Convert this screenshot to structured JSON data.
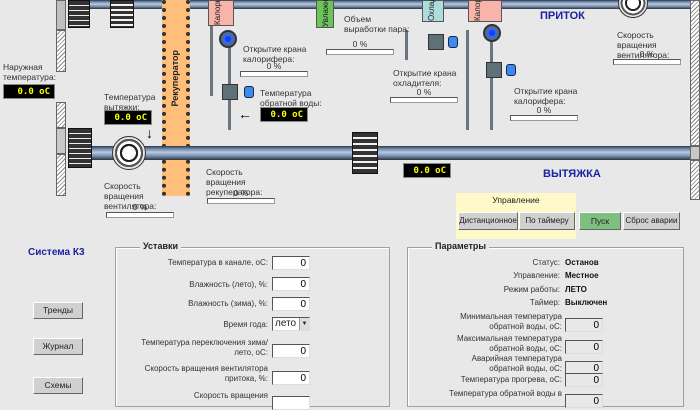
{
  "scheme": {
    "supply_label": "ПРИТОК",
    "exhaust_label": "ВЫТЯЖКА",
    "recuperator_label": "Рекуператор",
    "heater1_label": "Калорифер",
    "humidifier_label": "Увлажнитель",
    "cooler_label": "Охладитель",
    "heater2_label": "Калорифер",
    "outdoor_temp": {
      "label": "Наружная температура:",
      "value": "0.0 oC"
    },
    "exhaust_temp": {
      "label": "Температура вытяжки:",
      "value": "0.0 oC"
    },
    "return_water_temp": {
      "label": "Температура обратной воды:",
      "value": "0.0 oC"
    },
    "exhaust_duct_temp": {
      "value": "0.0 oC"
    },
    "heater1_valve": {
      "label": "Открытие крана калорифера:",
      "value": "0 %",
      "percent": 0
    },
    "steam_output": {
      "label": "Объем выработки пара:",
      "value": "0 %",
      "percent": 0
    },
    "cooler_valve": {
      "label": "Открытие крана охладителя:",
      "value": "0 %",
      "percent": 0
    },
    "heater2_valve": {
      "label": "Открытие крана калорифера:",
      "value": "0 %",
      "percent": 0
    },
    "supply_fan_speed": {
      "label": "Скорость вращения вентилятора:",
      "value": "0 %",
      "percent": 0
    },
    "exhaust_fan_speed": {
      "label": "Скорость вращения вентилятора:",
      "value": "0 %",
      "percent": 0
    },
    "recuperator_speed": {
      "label": "Скорость вращения рекуператора:",
      "value": "0 %",
      "percent": 0
    }
  },
  "control": {
    "title": "Управление",
    "remote_label": "Дистанционное",
    "timer_label": "По таймеру",
    "start_label": "Пуск",
    "reset_label": "Сброс аварии",
    "start_color": "#7fbf7f",
    "panel_color": "#fff8c8"
  },
  "sidebar": {
    "system_title": "Система К3",
    "trends_label": "Тренды",
    "journal_label": "Журнал",
    "schemes_label": "Схемы"
  },
  "setpoints": {
    "title": "Уставки",
    "rows": [
      {
        "label": "Температура в канале, оС:",
        "value": "0"
      },
      {
        "label": "Влажность (лето), %:",
        "value": "0"
      },
      {
        "label": "Влажность (зима), %:",
        "value": "0"
      },
      {
        "label": "Время года:",
        "value": "лето"
      },
      {
        "label": "Температура переключения зима/лето, оС:",
        "value": "0"
      },
      {
        "label": "Скорость вращения вентилятора притока, %:",
        "value": "0"
      },
      {
        "label": "Скорость вращения",
        "value": ""
      }
    ]
  },
  "parameters": {
    "title": "Параметры",
    "status": [
      {
        "key": "Статус:",
        "value": "Останов"
      },
      {
        "key": "Управление:",
        "value": "Местное"
      },
      {
        "key": "Режим работы:",
        "value": "ЛЕТО"
      },
      {
        "key": "Таймер:",
        "value": "Выключен"
      }
    ],
    "rows": [
      {
        "label": "Минимальная температура обратной воды, оС:",
        "value": "0"
      },
      {
        "label": "Максимальная температура обратной воды, оС:",
        "value": "0"
      },
      {
        "label": "Аварийная температура обратной воды, оС:",
        "value": "0"
      },
      {
        "label": "Температура прогрева, оС:",
        "value": "0"
      },
      {
        "label": "Температура обратной воды в",
        "value": "0"
      }
    ]
  }
}
